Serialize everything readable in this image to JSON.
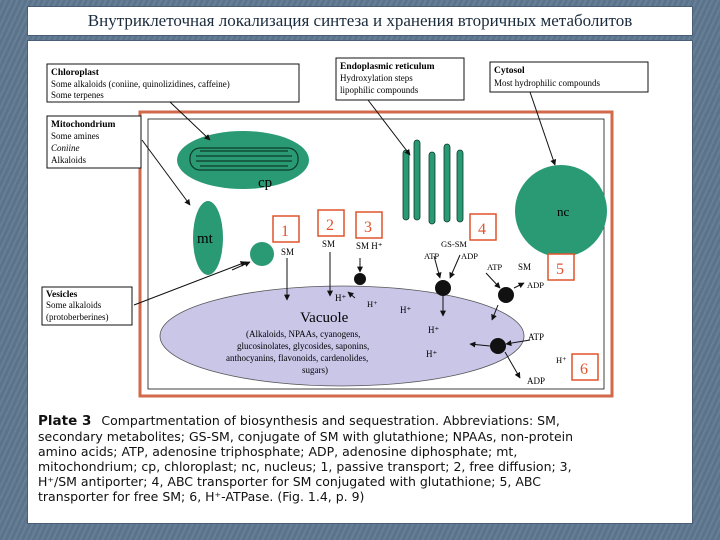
{
  "title": "Внутриклеточная локализация синтеза и хранения вторичных метаболитов",
  "boxes": {
    "chloroplast": [
      "Chloroplast",
      "Some alkaloids (coniine, quinolizidines, caffeine)",
      "Some terpenes"
    ],
    "er": [
      "Endoplasmic reticulum",
      "Hydroxylation steps",
      "lipophilic compounds"
    ],
    "cytosol": [
      "Cytosol",
      "Most hydrophilic compounds"
    ],
    "mitochondrium": [
      "Mitochondrium",
      "Some amines",
      "Coniine",
      "Alkaloids"
    ],
    "vesicles": [
      "Vesicles",
      "Some alkaloids",
      "(protoberberines)"
    ]
  },
  "organelles": {
    "cp": "cp",
    "mt": "mt",
    "nc": "nc",
    "vacuole": "Vacuole"
  },
  "vacuole_contents": [
    "(Alkaloids, NPAAs, cyanogens,",
    "glucosinolates, glycosides, saponins,",
    "anthocyanins, flavonoids, cardenolides,",
    "sugars)"
  ],
  "numbers": [
    "1",
    "2",
    "3",
    "4",
    "5",
    "6"
  ],
  "labels": {
    "sm1": "SM",
    "sm2": "SM",
    "sm3": "SM H⁺",
    "gs_sm": "GS-SM",
    "atp1": "ATP",
    "adp1": "ADP",
    "atp2": "ATP",
    "sm5": "SM",
    "adp2": "ADP",
    "hplus1": "H⁺",
    "hplus2": "H⁺",
    "hplus3": "H⁺",
    "hplus4": "H⁺",
    "hplus5": "H⁺",
    "atp3": "ATP",
    "adp3": "ADP"
  },
  "caption": {
    "plate": "Plate 3",
    "lines": [
      "Compartmentation of biosynthesis and sequestration. Abbreviations: SM,",
      "secondary metabolites; GS-SM, conjugate of SM with glutathione; NPAAs, non-protein",
      "amino acids; ATP, adenosine triphosphate; ADP, adenosine diphosphate; mt,",
      "mitochondrium; cp, chloroplast; nc, nucleus; 1, passive transport; 2, free diffusion; 3,",
      "H⁺/SM antiporter; 4, ABC transporter for SM conjugated with glutathione; 5, ABC",
      "transporter for free SM; 6, H⁺-ATPase. (Fig. 1.4, p. 9)"
    ]
  },
  "colors": {
    "organelle": "#2a9a74",
    "vacuole": "#c9c6e8",
    "accent_red": "#e0532c",
    "cell_wall": "#d2694a"
  }
}
